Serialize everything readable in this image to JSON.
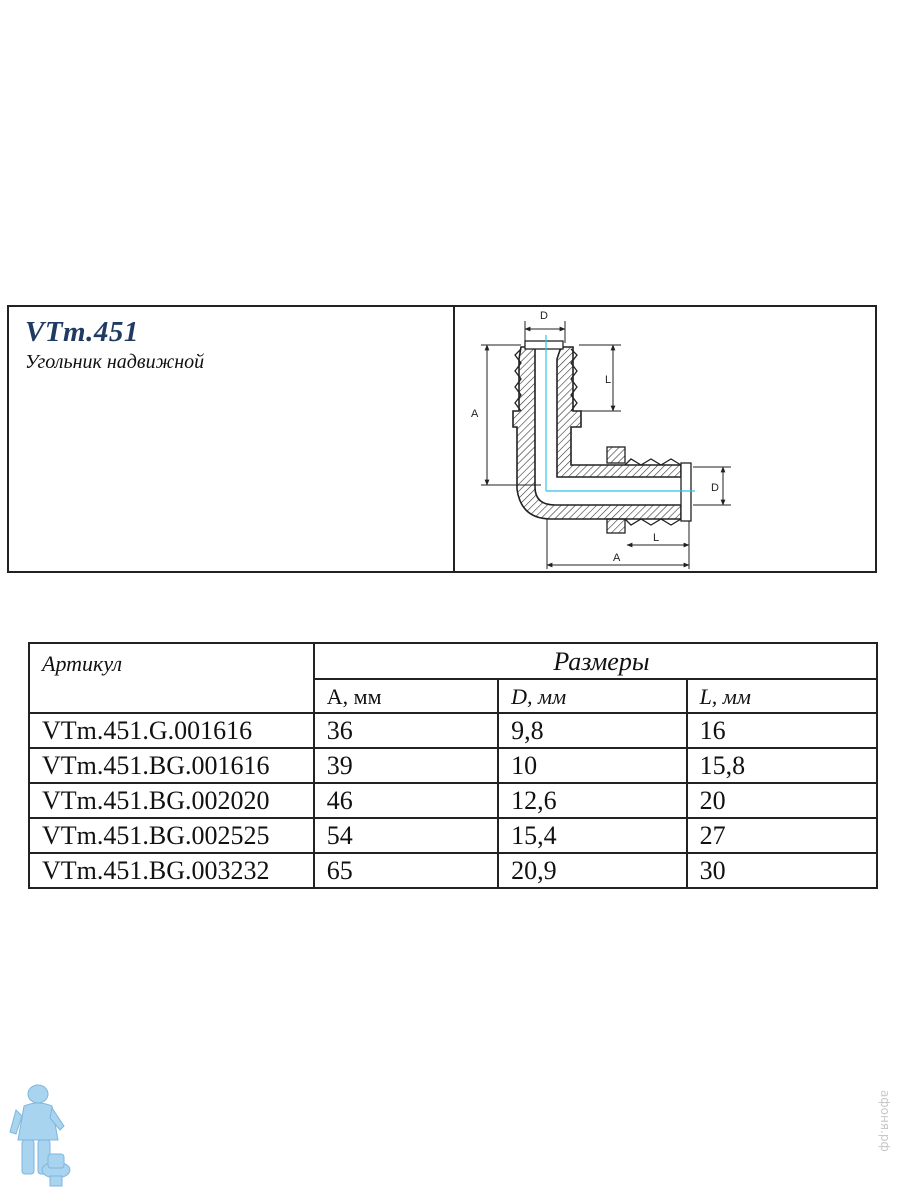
{
  "product": {
    "code": "VTm.451",
    "name": "Угольник надвижной"
  },
  "drawing": {
    "labels": {
      "d": "D",
      "l": "L",
      "a": "A"
    }
  },
  "table": {
    "article_header": "Артикул",
    "group_header": "Размеры",
    "columns": [
      "А, мм",
      "D, мм",
      "L, мм"
    ],
    "rows": [
      [
        "VTm.451.G.001616",
        "36",
        "9,8",
        "16"
      ],
      [
        "VTm.451.BG.001616",
        "39",
        "10",
        "15,8"
      ],
      [
        "VTm.451.BG.002020",
        "46",
        "12,6",
        "20"
      ],
      [
        "VTm.451.BG.002525",
        "54",
        "15,4",
        "27"
      ],
      [
        "VTm.451.BG.003232",
        "65",
        "20,9",
        "30"
      ]
    ]
  },
  "watermark": "афоня.рф",
  "colors": {
    "title": "#1f3b63",
    "axis": "#2ec4e8",
    "mascot": "#a9d4f0"
  }
}
